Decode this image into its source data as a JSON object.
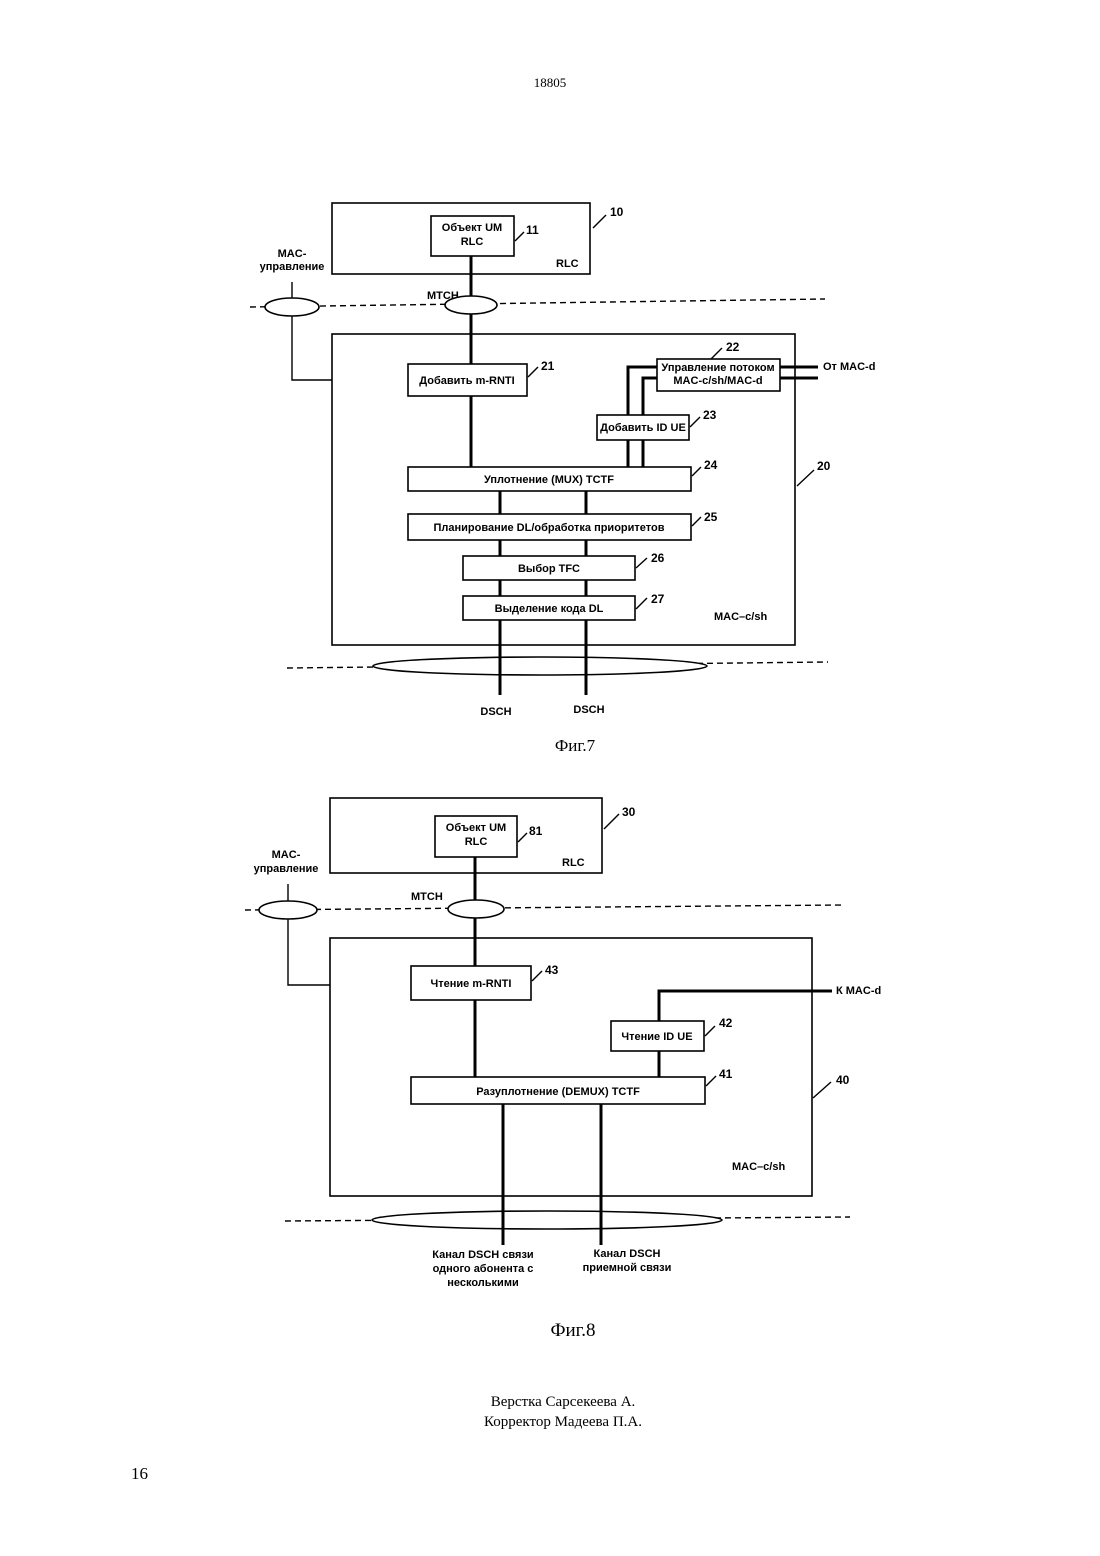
{
  "page_header": "18805",
  "page_number": "16",
  "footer": {
    "line1": "Верстка Сарсекеева А.",
    "line2": "Корректор Мадеева П.А."
  },
  "fig7": {
    "caption": "Фиг.7",
    "rlc_label": "RLC",
    "rlc_num": "10",
    "um_line1": "Объект UM",
    "um_line2": "RLC",
    "um_num": "11",
    "mac_ctrl_line1": "MAC-",
    "mac_ctrl_line2": "управление",
    "mtch": "MTCH",
    "add_rnti": "Добавить m-RNTI",
    "add_rnti_num": "21",
    "flow_line1": "Управление потоком",
    "flow_line2": "MAC-c/sh/MAC-d",
    "flow_num": "22",
    "from_macd": "От MAC-d",
    "add_ue": "Добавить ID UE",
    "add_ue_num": "23",
    "mux": "Уплотнение (MUX) TCTF",
    "mux_num": "24",
    "sched": "Планирование DL/обработка приоритетов",
    "sched_num": "25",
    "tfc": "Выбор TFC",
    "tfc_num": "26",
    "code": "Выделение кода DL",
    "code_num": "27",
    "mac_label": "MAC–c/sh",
    "mac_num": "20",
    "dsch1": "DSCH",
    "dsch2": "DSCH"
  },
  "fig8": {
    "caption": "Фиг.8",
    "rlc_label": "RLC",
    "rlc_num": "30",
    "um_line1": "Объект UM",
    "um_line2": "RLC",
    "um_num": "81",
    "mac_ctrl_line1": "MAC-",
    "mac_ctrl_line2": "управление",
    "mtch": "MTCH",
    "read_rnti": "Чтение m-RNTI",
    "read_rnti_num": "43",
    "to_macd": "К MAC-d",
    "read_ue": "Чтение ID UE",
    "read_ue_num": "42",
    "demux": "Разуплотнение (DEMUX) TCTF",
    "demux_num": "41",
    "mac_label": "MAC–c/sh",
    "mac_num": "40",
    "ch1_line1": "Канал DSCH связи",
    "ch1_line2": "одного абонента с",
    "ch1_line3": "несколькими",
    "ch2_line1": "Канал DSCH",
    "ch2_line2": "приемной связи"
  }
}
